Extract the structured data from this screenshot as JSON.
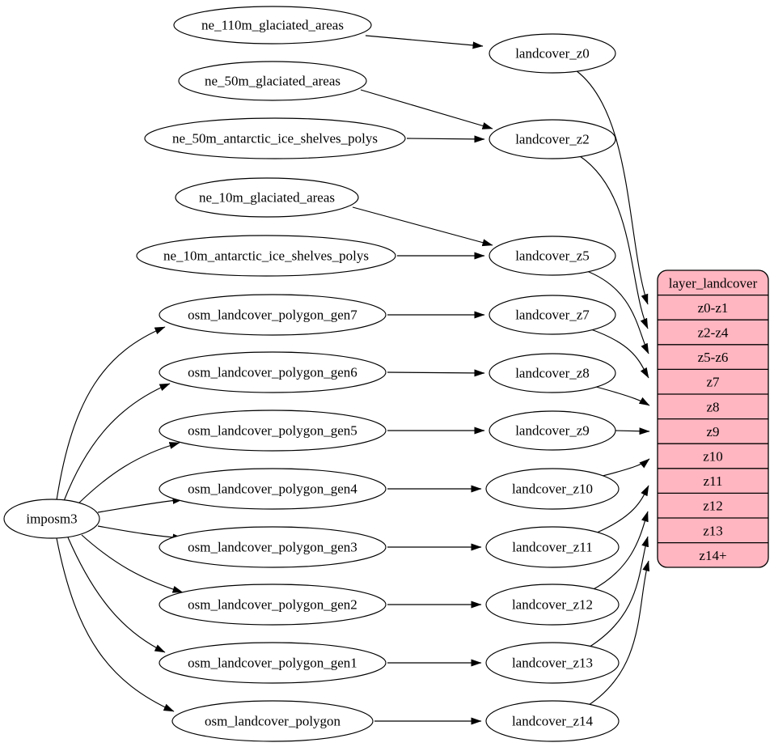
{
  "colors": {
    "background": "#ffffff",
    "node_fill": "#ffffff",
    "node_stroke": "#000000",
    "edge": "#000000",
    "table_fill": "#ffb6c1",
    "table_stroke": "#000000"
  },
  "nodes": {
    "imposm3": "imposm3",
    "ne_110m_glaciated_areas": "ne_110m_glaciated_areas",
    "ne_50m_glaciated_areas": "ne_50m_glaciated_areas",
    "ne_50m_antarctic_ice_shelves_polys": "ne_50m_antarctic_ice_shelves_polys",
    "ne_10m_glaciated_areas": "ne_10m_glaciated_areas",
    "ne_10m_antarctic_ice_shelves_polys": "ne_10m_antarctic_ice_shelves_polys",
    "osm_landcover_polygon_gen7": "osm_landcover_polygon_gen7",
    "osm_landcover_polygon_gen6": "osm_landcover_polygon_gen6",
    "osm_landcover_polygon_gen5": "osm_landcover_polygon_gen5",
    "osm_landcover_polygon_gen4": "osm_landcover_polygon_gen4",
    "osm_landcover_polygon_gen3": "osm_landcover_polygon_gen3",
    "osm_landcover_polygon_gen2": "osm_landcover_polygon_gen2",
    "osm_landcover_polygon_gen1": "osm_landcover_polygon_gen1",
    "osm_landcover_polygon": "osm_landcover_polygon",
    "landcover_z0": "landcover_z0",
    "landcover_z2": "landcover_z2",
    "landcover_z5": "landcover_z5",
    "landcover_z7": "landcover_z7",
    "landcover_z8": "landcover_z8",
    "landcover_z9": "landcover_z9",
    "landcover_z10": "landcover_z10",
    "landcover_z11": "landcover_z11",
    "landcover_z12": "landcover_z12",
    "landcover_z13": "landcover_z13",
    "landcover_z14": "landcover_z14"
  },
  "table": {
    "title": "layer_landcover",
    "rows": [
      "z0-z1",
      "z2-z4",
      "z5-z6",
      "z7",
      "z8",
      "z9",
      "z10",
      "z11",
      "z12",
      "z13",
      "z14+"
    ]
  },
  "edges": [
    [
      "imposm3",
      "osm_landcover_polygon_gen7"
    ],
    [
      "imposm3",
      "osm_landcover_polygon_gen6"
    ],
    [
      "imposm3",
      "osm_landcover_polygon_gen5"
    ],
    [
      "imposm3",
      "osm_landcover_polygon_gen4"
    ],
    [
      "imposm3",
      "osm_landcover_polygon_gen3"
    ],
    [
      "imposm3",
      "osm_landcover_polygon_gen2"
    ],
    [
      "imposm3",
      "osm_landcover_polygon_gen1"
    ],
    [
      "imposm3",
      "osm_landcover_polygon"
    ],
    [
      "ne_110m_glaciated_areas",
      "landcover_z0"
    ],
    [
      "ne_50m_glaciated_areas",
      "landcover_z2"
    ],
    [
      "ne_50m_antarctic_ice_shelves_polys",
      "landcover_z2"
    ],
    [
      "ne_10m_glaciated_areas",
      "landcover_z5"
    ],
    [
      "ne_10m_antarctic_ice_shelves_polys",
      "landcover_z5"
    ],
    [
      "osm_landcover_polygon_gen7",
      "landcover_z7"
    ],
    [
      "osm_landcover_polygon_gen6",
      "landcover_z8"
    ],
    [
      "osm_landcover_polygon_gen5",
      "landcover_z9"
    ],
    [
      "osm_landcover_polygon_gen4",
      "landcover_z10"
    ],
    [
      "osm_landcover_polygon_gen3",
      "landcover_z11"
    ],
    [
      "osm_landcover_polygon_gen2",
      "landcover_z12"
    ],
    [
      "osm_landcover_polygon_gen1",
      "landcover_z13"
    ],
    [
      "osm_landcover_polygon",
      "landcover_z14"
    ],
    [
      "landcover_z0",
      "z0-z1"
    ],
    [
      "landcover_z2",
      "z2-z4"
    ],
    [
      "landcover_z5",
      "z5-z6"
    ],
    [
      "landcover_z7",
      "z7"
    ],
    [
      "landcover_z8",
      "z8"
    ],
    [
      "landcover_z9",
      "z9"
    ],
    [
      "landcover_z10",
      "z10"
    ],
    [
      "landcover_z11",
      "z11"
    ],
    [
      "landcover_z12",
      "z12"
    ],
    [
      "landcover_z13",
      "z13"
    ],
    [
      "landcover_z14",
      "z14+"
    ]
  ]
}
